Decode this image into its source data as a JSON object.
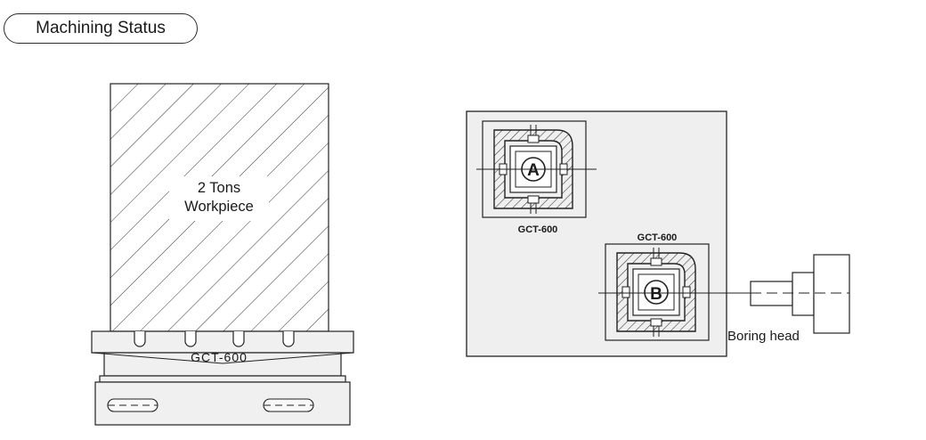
{
  "header": {
    "title": "Machining Status"
  },
  "side_view": {
    "workpiece_line1": "2 Tons",
    "workpiece_line2": "Workpiece",
    "table_label": "GCT-600"
  },
  "top_view": {
    "table_a_label": "GCT-600",
    "table_b_label": "GCT-600",
    "marker_a": "A",
    "marker_b": "B",
    "tool_label": "Boring head"
  }
}
